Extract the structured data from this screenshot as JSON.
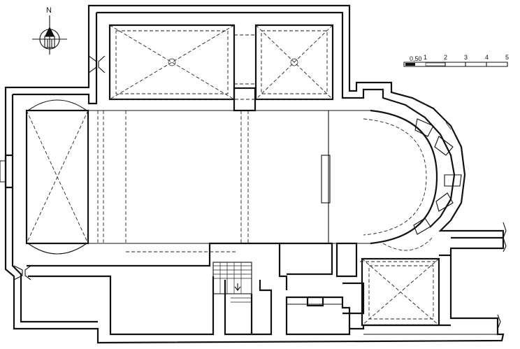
{
  "north_label": "N",
  "scale_bar": {
    "labels": [
      "0,50",
      "1",
      "2",
      "3",
      "4",
      "5"
    ],
    "unit_values": [
      0.5,
      1,
      2,
      3,
      4,
      5
    ]
  },
  "icons": [
    "north-arrow-icon",
    "scale-bar"
  ],
  "colors": {
    "ink": "#111111",
    "paper": "#ffffff"
  }
}
